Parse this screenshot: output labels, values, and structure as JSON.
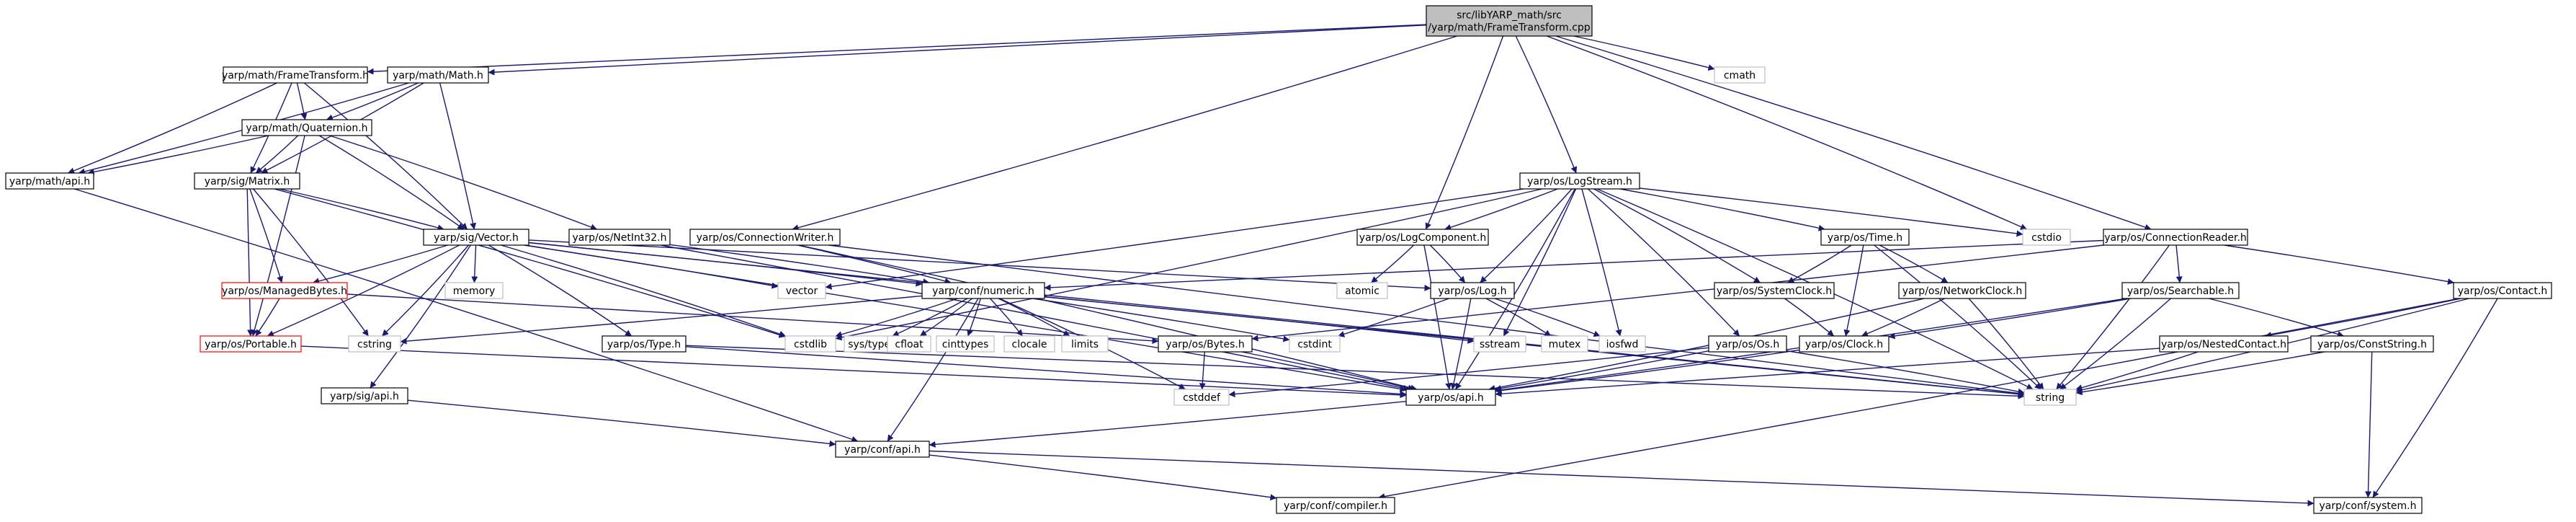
{
  "colors": {
    "edge": "#191970",
    "node_border": "#000000",
    "external_border": "#bfbfbf",
    "truncated_border": "#ff0000",
    "root_fill": "#bfbfbf",
    "node_fill": "#ffffff",
    "external_text": "#404040"
  },
  "graph": {
    "nodes": [
      {
        "id": "root",
        "lines": [
          "src/libYARP_math/src",
          "/yarp/math/FrameTransform.cpp"
        ],
        "kind": "root"
      },
      {
        "id": "ft_h",
        "lines": [
          "yarp/math/FrameTransform.h"
        ],
        "kind": "normal"
      },
      {
        "id": "math_h",
        "lines": [
          "yarp/math/Math.h"
        ],
        "kind": "normal"
      },
      {
        "id": "cmath",
        "lines": [
          "cmath"
        ],
        "kind": "external"
      },
      {
        "id": "quat_h",
        "lines": [
          "yarp/math/Quaternion.h"
        ],
        "kind": "normal"
      },
      {
        "id": "mathapi_h",
        "lines": [
          "yarp/math/api.h"
        ],
        "kind": "normal"
      },
      {
        "id": "matrix_h",
        "lines": [
          "yarp/sig/Matrix.h"
        ],
        "kind": "normal"
      },
      {
        "id": "vector_h",
        "lines": [
          "yarp/sig/Vector.h"
        ],
        "kind": "normal"
      },
      {
        "id": "netint_h",
        "lines": [
          "yarp/os/NetInt32.h"
        ],
        "kind": "normal"
      },
      {
        "id": "connwriter_h",
        "lines": [
          "yarp/os/ConnectionWriter.h"
        ],
        "kind": "normal"
      },
      {
        "id": "logstream_h",
        "lines": [
          "yarp/os/LogStream.h"
        ],
        "kind": "normal"
      },
      {
        "id": "logcomp_h",
        "lines": [
          "yarp/os/LogComponent.h"
        ],
        "kind": "normal"
      },
      {
        "id": "time_h",
        "lines": [
          "yarp/os/Time.h"
        ],
        "kind": "normal"
      },
      {
        "id": "connreader_h",
        "lines": [
          "yarp/os/ConnectionReader.h"
        ],
        "kind": "normal"
      },
      {
        "id": "cstdio",
        "lines": [
          "cstdio"
        ],
        "kind": "external"
      },
      {
        "id": "managed_h",
        "lines": [
          "yarp/os/ManagedBytes.h"
        ],
        "kind": "truncated"
      },
      {
        "id": "memory",
        "lines": [
          "memory"
        ],
        "kind": "external"
      },
      {
        "id": "vector",
        "lines": [
          "vector"
        ],
        "kind": "external"
      },
      {
        "id": "numeric_h",
        "lines": [
          "yarp/conf/numeric.h"
        ],
        "kind": "normal"
      },
      {
        "id": "atomic",
        "lines": [
          "atomic"
        ],
        "kind": "external"
      },
      {
        "id": "log_h",
        "lines": [
          "yarp/os/Log.h"
        ],
        "kind": "normal"
      },
      {
        "id": "sysclock_h",
        "lines": [
          "yarp/os/SystemClock.h"
        ],
        "kind": "normal"
      },
      {
        "id": "netclock_h",
        "lines": [
          "yarp/os/NetworkClock.h"
        ],
        "kind": "normal"
      },
      {
        "id": "searchable_h",
        "lines": [
          "yarp/os/Searchable.h"
        ],
        "kind": "normal"
      },
      {
        "id": "contact_h",
        "lines": [
          "yarp/os/Contact.h"
        ],
        "kind": "normal"
      },
      {
        "id": "portable_h",
        "lines": [
          "yarp/os/Portable.h"
        ],
        "kind": "truncated"
      },
      {
        "id": "cstring",
        "lines": [
          "cstring"
        ],
        "kind": "external"
      },
      {
        "id": "cstdlib",
        "lines": [
          "cstdlib"
        ],
        "kind": "external"
      },
      {
        "id": "systypes",
        "lines": [
          "sys/types.h"
        ],
        "kind": "external"
      },
      {
        "id": "cfloat",
        "lines": [
          "cfloat"
        ],
        "kind": "external"
      },
      {
        "id": "cinttypes",
        "lines": [
          "cinttypes"
        ],
        "kind": "external"
      },
      {
        "id": "clocale",
        "lines": [
          "clocale"
        ],
        "kind": "external"
      },
      {
        "id": "limits",
        "lines": [
          "limits"
        ],
        "kind": "external"
      },
      {
        "id": "cstdint",
        "lines": [
          "cstdint"
        ],
        "kind": "external"
      },
      {
        "id": "sstream",
        "lines": [
          "sstream"
        ],
        "kind": "external"
      },
      {
        "id": "mutex",
        "lines": [
          "mutex"
        ],
        "kind": "external"
      },
      {
        "id": "iosfwd",
        "lines": [
          "iosfwd"
        ],
        "kind": "external"
      },
      {
        "id": "type_h",
        "lines": [
          "yarp/os/Type.h"
        ],
        "kind": "normal"
      },
      {
        "id": "bytes_h",
        "lines": [
          "yarp/os/Bytes.h"
        ],
        "kind": "normal"
      },
      {
        "id": "os_h",
        "lines": [
          "yarp/os/Os.h"
        ],
        "kind": "normal"
      },
      {
        "id": "clock_h",
        "lines": [
          "yarp/os/Clock.h"
        ],
        "kind": "normal"
      },
      {
        "id": "nested_h",
        "lines": [
          "yarp/os/NestedContact.h"
        ],
        "kind": "normal"
      },
      {
        "id": "conststr_h",
        "lines": [
          "yarp/os/ConstString.h"
        ],
        "kind": "normal"
      },
      {
        "id": "string",
        "lines": [
          "string"
        ],
        "kind": "external"
      },
      {
        "id": "sigapi_h",
        "lines": [
          "yarp/sig/api.h"
        ],
        "kind": "normal"
      },
      {
        "id": "cstddef",
        "lines": [
          "cstddef"
        ],
        "kind": "external"
      },
      {
        "id": "osapi_h",
        "lines": [
          "yarp/os/api.h"
        ],
        "kind": "normal"
      },
      {
        "id": "confapi_h",
        "lines": [
          "yarp/conf/api.h"
        ],
        "kind": "normal"
      },
      {
        "id": "compiler_h",
        "lines": [
          "yarp/conf/compiler.h"
        ],
        "kind": "normal"
      },
      {
        "id": "system_h",
        "lines": [
          "yarp/conf/system.h"
        ],
        "kind": "normal"
      }
    ],
    "edges": [
      [
        "root",
        "ft_h"
      ],
      [
        "root",
        "math_h"
      ],
      [
        "root",
        "cmath"
      ],
      [
        "root",
        "connwriter_h"
      ],
      [
        "root",
        "logstream_h"
      ],
      [
        "root",
        "logcomp_h"
      ],
      [
        "root",
        "connreader_h"
      ],
      [
        "root",
        "cstdio"
      ],
      [
        "ft_h",
        "mathapi_h"
      ],
      [
        "ft_h",
        "quat_h"
      ],
      [
        "ft_h",
        "matrix_h"
      ],
      [
        "ft_h",
        "vector_h"
      ],
      [
        "math_h",
        "mathapi_h"
      ],
      [
        "math_h",
        "quat_h"
      ],
      [
        "math_h",
        "matrix_h"
      ],
      [
        "math_h",
        "vector_h"
      ],
      [
        "quat_h",
        "mathapi_h"
      ],
      [
        "quat_h",
        "matrix_h"
      ],
      [
        "quat_h",
        "vector_h"
      ],
      [
        "quat_h",
        "netint_h"
      ],
      [
        "quat_h",
        "portable_h"
      ],
      [
        "mathapi_h",
        "confapi_h"
      ],
      [
        "matrix_h",
        "vector_h"
      ],
      [
        "matrix_h",
        "managed_h"
      ],
      [
        "matrix_h",
        "portable_h"
      ],
      [
        "matrix_h",
        "cstring"
      ],
      [
        "matrix_h",
        "cstdlib"
      ],
      [
        "vector_h",
        "managed_h"
      ],
      [
        "vector_h",
        "memory"
      ],
      [
        "vector_h",
        "vector"
      ],
      [
        "vector_h",
        "numeric_h"
      ],
      [
        "vector_h",
        "portable_h"
      ],
      [
        "vector_h",
        "cstring"
      ],
      [
        "vector_h",
        "cstdlib"
      ],
      [
        "vector_h",
        "type_h"
      ],
      [
        "vector_h",
        "sigapi_h"
      ],
      [
        "vector_h",
        "log_h"
      ],
      [
        "vector_h",
        "osapi_h"
      ],
      [
        "vector_h",
        "string"
      ],
      [
        "managed_h",
        "portable_h"
      ],
      [
        "managed_h",
        "bytes_h"
      ],
      [
        "netint_h",
        "numeric_h"
      ],
      [
        "netint_h",
        "osapi_h"
      ],
      [
        "connwriter_h",
        "numeric_h"
      ],
      [
        "connwriter_h",
        "osapi_h"
      ],
      [
        "connwriter_h",
        "string"
      ],
      [
        "logstream_h",
        "logcomp_h"
      ],
      [
        "logstream_h",
        "time_h"
      ],
      [
        "logstream_h",
        "log_h"
      ],
      [
        "logstream_h",
        "sysclock_h"
      ],
      [
        "logstream_h",
        "os_h"
      ],
      [
        "logstream_h",
        "cstdio"
      ],
      [
        "logstream_h",
        "vector"
      ],
      [
        "logstream_h",
        "sstream"
      ],
      [
        "logstream_h",
        "iosfwd"
      ],
      [
        "logstream_h",
        "cstdlib"
      ],
      [
        "logstream_h",
        "osapi_h"
      ],
      [
        "logstream_h",
        "string"
      ],
      [
        "logcomp_h",
        "atomic"
      ],
      [
        "logcomp_h",
        "log_h"
      ],
      [
        "logcomp_h",
        "osapi_h"
      ],
      [
        "time_h",
        "sysclock_h"
      ],
      [
        "time_h",
        "netclock_h"
      ],
      [
        "time_h",
        "clock_h"
      ],
      [
        "time_h",
        "string"
      ],
      [
        "connreader_h",
        "searchable_h"
      ],
      [
        "connreader_h",
        "contact_h"
      ],
      [
        "connreader_h",
        "numeric_h"
      ],
      [
        "connreader_h",
        "bytes_h"
      ],
      [
        "connreader_h",
        "string"
      ],
      [
        "numeric_h",
        "cstddef"
      ],
      [
        "numeric_h",
        "cstdlib"
      ],
      [
        "numeric_h",
        "systypes"
      ],
      [
        "numeric_h",
        "cfloat"
      ],
      [
        "numeric_h",
        "cinttypes"
      ],
      [
        "numeric_h",
        "clocale"
      ],
      [
        "numeric_h",
        "limits"
      ],
      [
        "numeric_h",
        "cstdint"
      ],
      [
        "numeric_h",
        "string"
      ],
      [
        "numeric_h",
        "sstream"
      ],
      [
        "numeric_h",
        "cstring"
      ],
      [
        "numeric_h",
        "confapi_h"
      ],
      [
        "log_h",
        "cstdint"
      ],
      [
        "log_h",
        "mutex"
      ],
      [
        "log_h",
        "iosfwd"
      ],
      [
        "log_h",
        "osapi_h"
      ],
      [
        "sysclock_h",
        "clock_h"
      ],
      [
        "netclock_h",
        "clock_h"
      ],
      [
        "netclock_h",
        "osapi_h"
      ],
      [
        "netclock_h",
        "string"
      ],
      [
        "searchable_h",
        "conststr_h"
      ],
      [
        "searchable_h",
        "clock_h"
      ],
      [
        "searchable_h",
        "osapi_h"
      ],
      [
        "searchable_h",
        "string"
      ],
      [
        "contact_h",
        "nested_h"
      ],
      [
        "contact_h",
        "string"
      ],
      [
        "contact_h",
        "compiler_h"
      ],
      [
        "contact_h",
        "system_h"
      ],
      [
        "portable_h",
        "osapi_h"
      ],
      [
        "type_h",
        "osapi_h"
      ],
      [
        "type_h",
        "string"
      ],
      [
        "bytes_h",
        "cstddef"
      ],
      [
        "bytes_h",
        "osapi_h"
      ],
      [
        "os_h",
        "cstddef"
      ],
      [
        "os_h",
        "string"
      ],
      [
        "os_h",
        "osapi_h"
      ],
      [
        "clock_h",
        "osapi_h"
      ],
      [
        "nested_h",
        "string"
      ],
      [
        "nested_h",
        "osapi_h"
      ],
      [
        "conststr_h",
        "string"
      ],
      [
        "conststr_h",
        "system_h"
      ],
      [
        "sigapi_h",
        "confapi_h"
      ],
      [
        "osapi_h",
        "confapi_h"
      ],
      [
        "confapi_h",
        "compiler_h"
      ],
      [
        "confapi_h",
        "system_h"
      ]
    ]
  }
}
